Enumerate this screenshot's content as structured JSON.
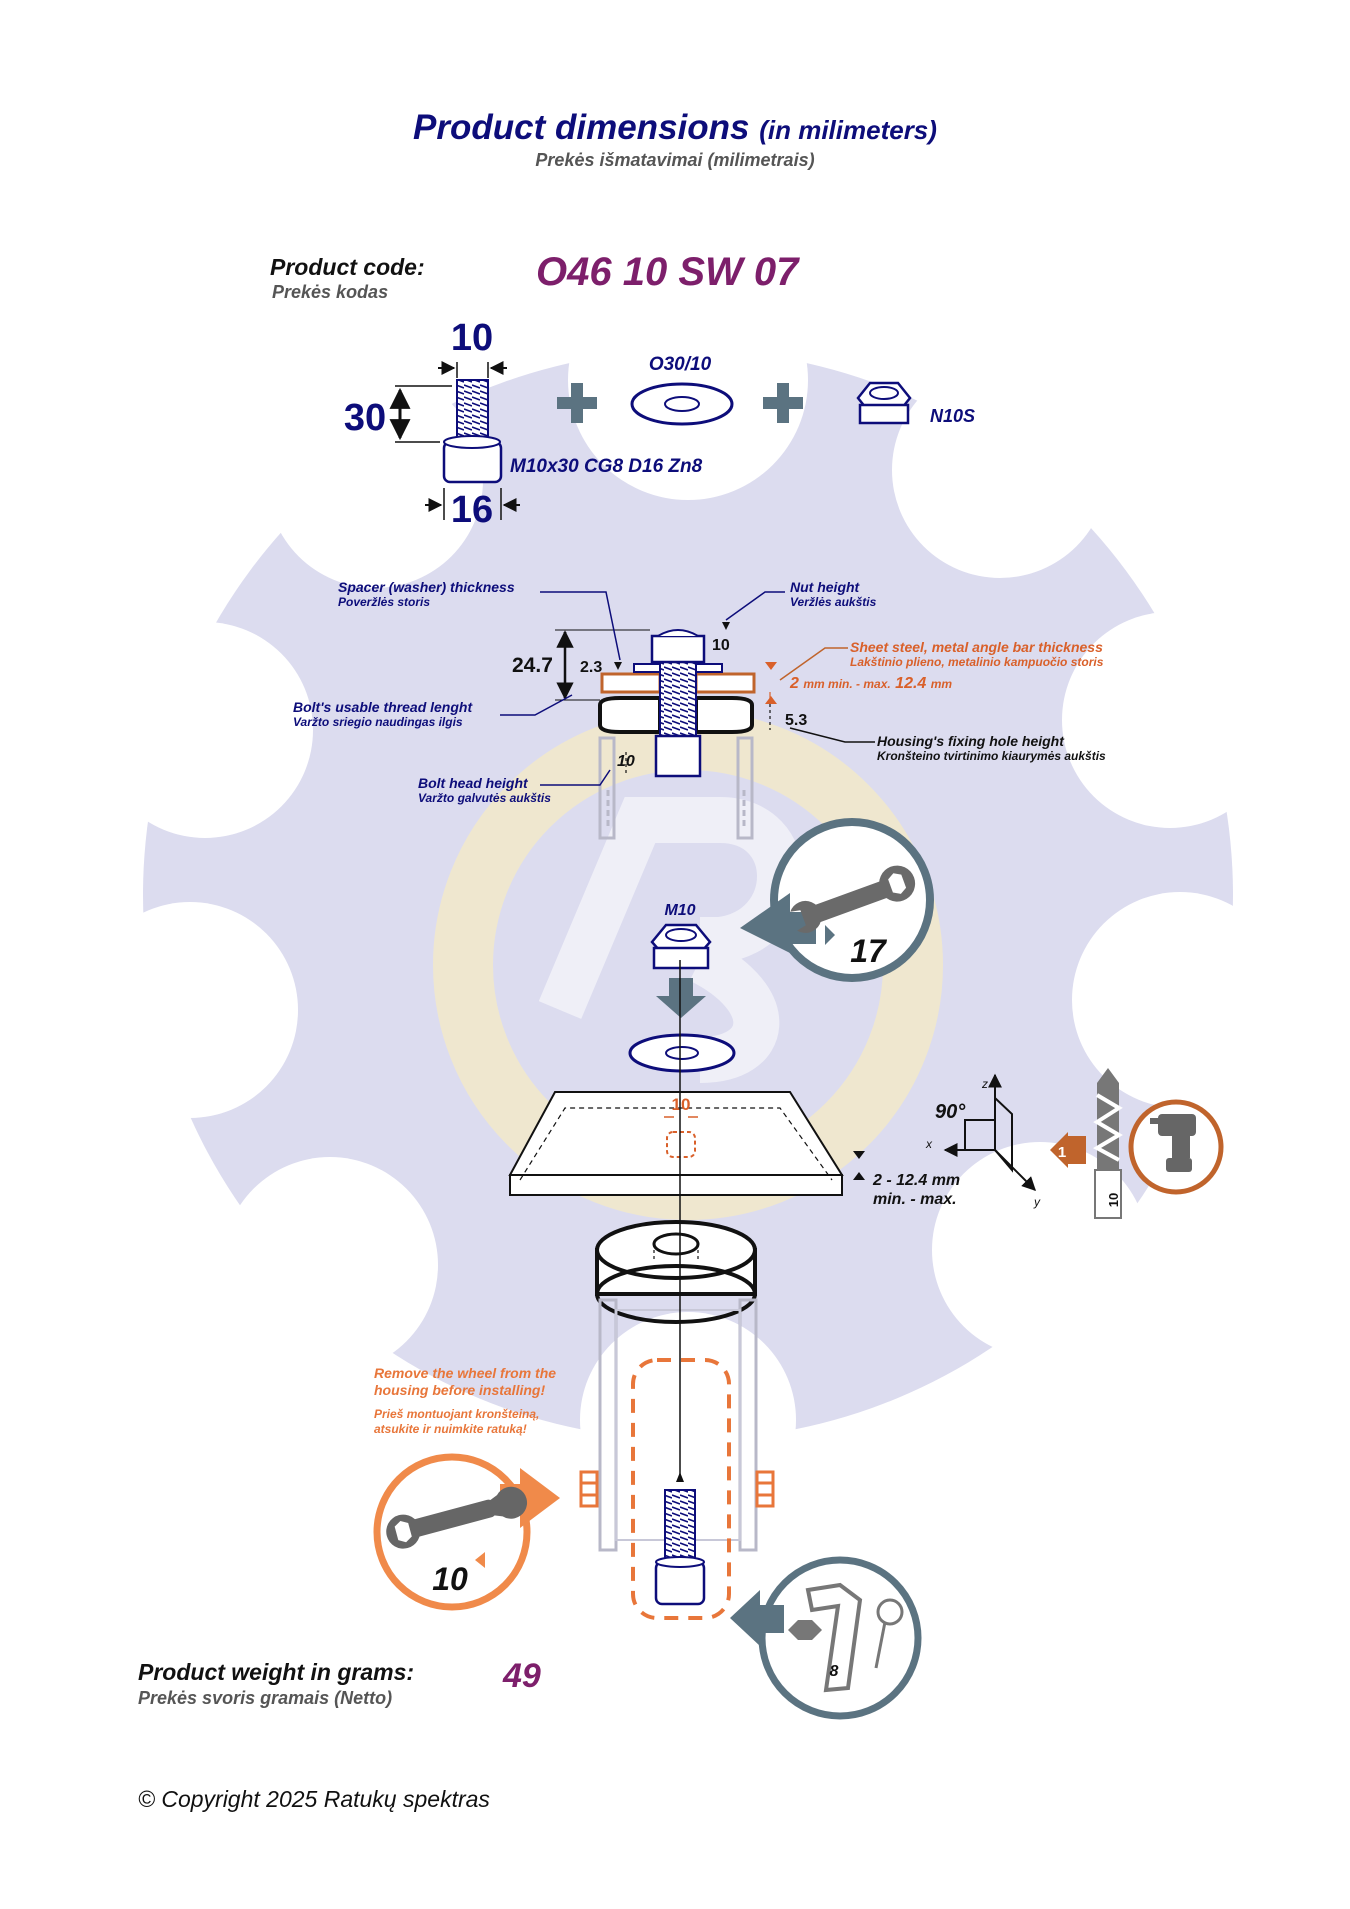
{
  "header": {
    "title": "Product dimensions",
    "title_unit": "(in milimeters)",
    "subtitle": "Prekės išmatavimai (milimetrais)"
  },
  "product": {
    "code_label": "Product code:",
    "code_label_lt": "Prekės kodas",
    "code": "O46 10 SW 07",
    "weight_label": "Product weight in grams:",
    "weight_label_lt": "Prekės svoris gramais (Netto)",
    "weight": "49"
  },
  "parts": {
    "bolt_width": "10",
    "bolt_length": "30",
    "bolt_head": "16",
    "bolt_name": "M10x30 CG8 D16 Zn8",
    "washer_name": "O30/10",
    "nut_name": "N10S"
  },
  "assembly": {
    "spacer_label": "Spacer (washer) thickness",
    "spacer_label_lt": "Poveržlės storis",
    "nut_height_label": "Nut height",
    "nut_height_label_lt": "Veržlės aukštis",
    "sheet_label": "Sheet steel, metal angle bar thickness",
    "sheet_label_lt": "Lakštinio plieno, metalinio kampuočio storis",
    "sheet_min": "2",
    "sheet_mid": "mm min. - max.",
    "sheet_max": "12.4",
    "sheet_unit": "mm",
    "thread_label": "Bolt's usable thread lenght",
    "thread_label_lt": "Varžto sriegio naudingas ilgis",
    "housing_label": "Housing's fixing hole height",
    "housing_label_lt": "Kronšteino tvirtinimo kiaurymės aukštis",
    "head_label": "Bolt head height",
    "head_label_lt": "Varžto galvutės aukštis",
    "dim_thread": "24.7",
    "dim_washer": "2.3",
    "dim_nut": "10",
    "dim_housing": "5.3",
    "dim_head": "10"
  },
  "install": {
    "nut_label": "M10",
    "wrench_top": "17",
    "hole_diameter": "10",
    "angle": "90°",
    "axis_x": "x",
    "axis_y": "y",
    "axis_z": "z",
    "step": "1",
    "drill_size": "10",
    "sheet_range": "2 - 12.4 mm",
    "sheet_range2": "min. - max.",
    "warning": "Remove the wheel from the",
    "warning2": "housing before installing!",
    "warning_lt": "Prieš montuojant kronšteiną,",
    "warning_lt2": "atsukite ir nuimkite ratuką!",
    "wrench_bottom": "10",
    "hex_key": "8"
  },
  "footer": {
    "copyright": "© Copyright 2025 Ratukų spektras"
  },
  "colors": {
    "navy": "#0d0d7a",
    "plum": "#7d1f6b",
    "orange": "#d9602a",
    "slate": "#5b7381",
    "lavender": "#dcdcef"
  }
}
